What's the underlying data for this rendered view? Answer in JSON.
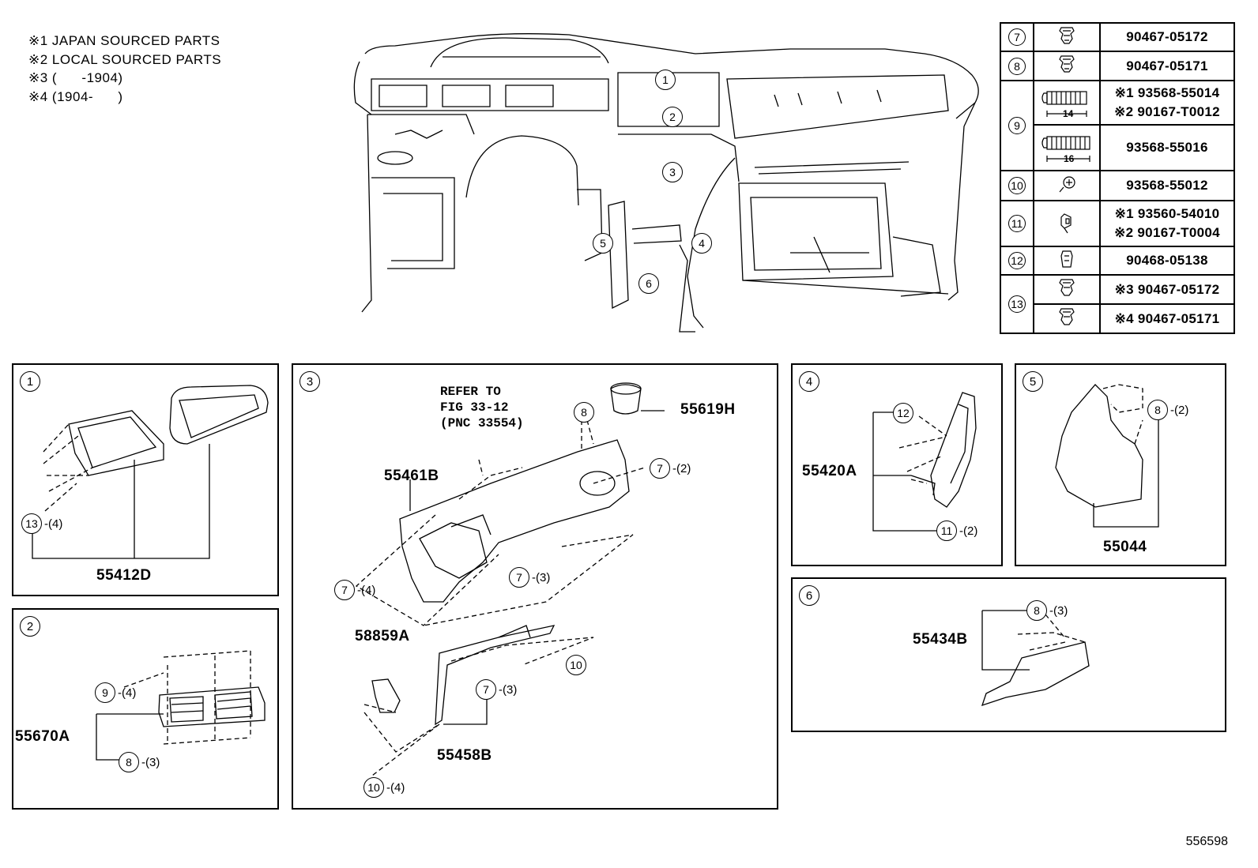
{
  "legend": [
    "※1 JAPAN SOURCED PARTS",
    "※2 LOCAL SOURCED PARTS",
    "※3 (      -1904)",
    "※4 (1904-      )"
  ],
  "parts_table": [
    {
      "num": "7",
      "icon": "clip-icon",
      "part": "90467-05172"
    },
    {
      "num": "8",
      "icon": "clip-icon",
      "part": "90467-05171"
    },
    {
      "num": "9",
      "icon": "screw-grommet-14-icon",
      "dim": "14",
      "part_lines": [
        "※1 93568-55014",
        "※2 90167-T0012"
      ]
    },
    {
      "num": "9b",
      "icon": "screw-grommet-16-icon",
      "dim": "16",
      "part": "93568-55016"
    },
    {
      "num": "10",
      "icon": "screw-icon",
      "part": "93568-55012"
    },
    {
      "num": "11",
      "icon": "bolt-icon",
      "part_lines": [
        "※1 93560-54010",
        "※2 90167-T0004"
      ]
    },
    {
      "num": "12",
      "icon": "nut-clip-icon",
      "part": "90468-05138"
    },
    {
      "num": "13",
      "icon": "clip-icon",
      "part_lines": [
        "※3 90467-05172"
      ]
    },
    {
      "num": "13b",
      "icon": "clip-icon",
      "part_lines": [
        "※4 90467-05171"
      ]
    }
  ],
  "table_nums": {
    "n7": "7",
    "n8": "8",
    "n9": "9",
    "n10": "10",
    "n11": "11",
    "n12": "12",
    "n13": "13"
  },
  "overview_labels": [
    "1",
    "2",
    "3",
    "4",
    "5",
    "6"
  ],
  "panels": {
    "p1": {
      "num": "1",
      "pnc": "55412D",
      "callout": {
        "num": "13",
        "qty": "-(4)"
      }
    },
    "p2": {
      "num": "2",
      "pnc": "55670A",
      "callouts": [
        {
          "num": "9",
          "qty": "-(4)"
        },
        {
          "num": "8",
          "qty": "-(3)"
        }
      ]
    },
    "p3": {
      "num": "3",
      "ref_text": "REFER TO\nFIG 33-12\n(PNC 33554)",
      "pnc_a": "55619H",
      "pnc_b": "55461B",
      "pnc_c": "58859A",
      "pnc_d": "55458B",
      "callouts": [
        {
          "num": "8",
          "qty": ""
        },
        {
          "num": "7",
          "qty": "-(2)"
        },
        {
          "num": "7",
          "qty": "-(4)"
        },
        {
          "num": "7",
          "qty": "-(3)"
        },
        {
          "num": "10",
          "qty": ""
        },
        {
          "num": "7",
          "qty": "-(3)"
        },
        {
          "num": "10",
          "qty": "-(4)"
        }
      ]
    },
    "p4": {
      "num": "4",
      "pnc": "55420A",
      "callouts": [
        {
          "num": "12",
          "qty": ""
        },
        {
          "num": "11",
          "qty": "-(2)"
        }
      ]
    },
    "p5": {
      "num": "5",
      "pnc": "55044",
      "callout": {
        "num": "8",
        "qty": "-(2)"
      }
    },
    "p6": {
      "num": "6",
      "pnc": "55434B",
      "callout": {
        "num": "8",
        "qty": "-(3)"
      }
    }
  },
  "illustration_number": "556598"
}
